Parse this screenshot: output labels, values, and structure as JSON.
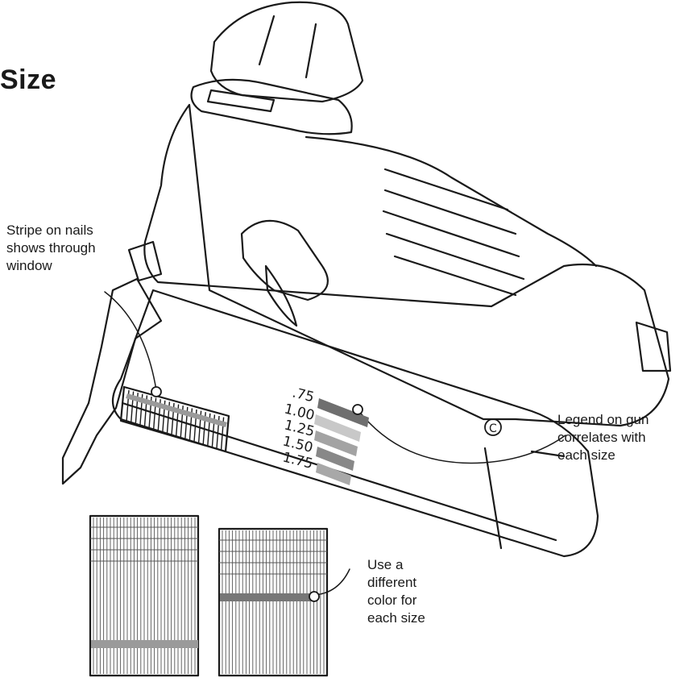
{
  "title": "Size",
  "callouts": {
    "window": [
      "Stripe on nails",
      "shows through",
      "window"
    ],
    "legend": [
      "Legend on gun",
      "correlates with",
      "each size"
    ],
    "color": [
      "Use a",
      "different",
      "color for",
      "each size"
    ]
  },
  "legend_marks": [
    ".75",
    "1.00",
    "1.25",
    "1.50",
    "1.75"
  ],
  "stamp": "C",
  "colors": {
    "ink": "#1a1a1a",
    "stripe_dark": "#777777",
    "stripe_mid": "#9a9a9a",
    "stripe_light": "#c4c4c4"
  }
}
